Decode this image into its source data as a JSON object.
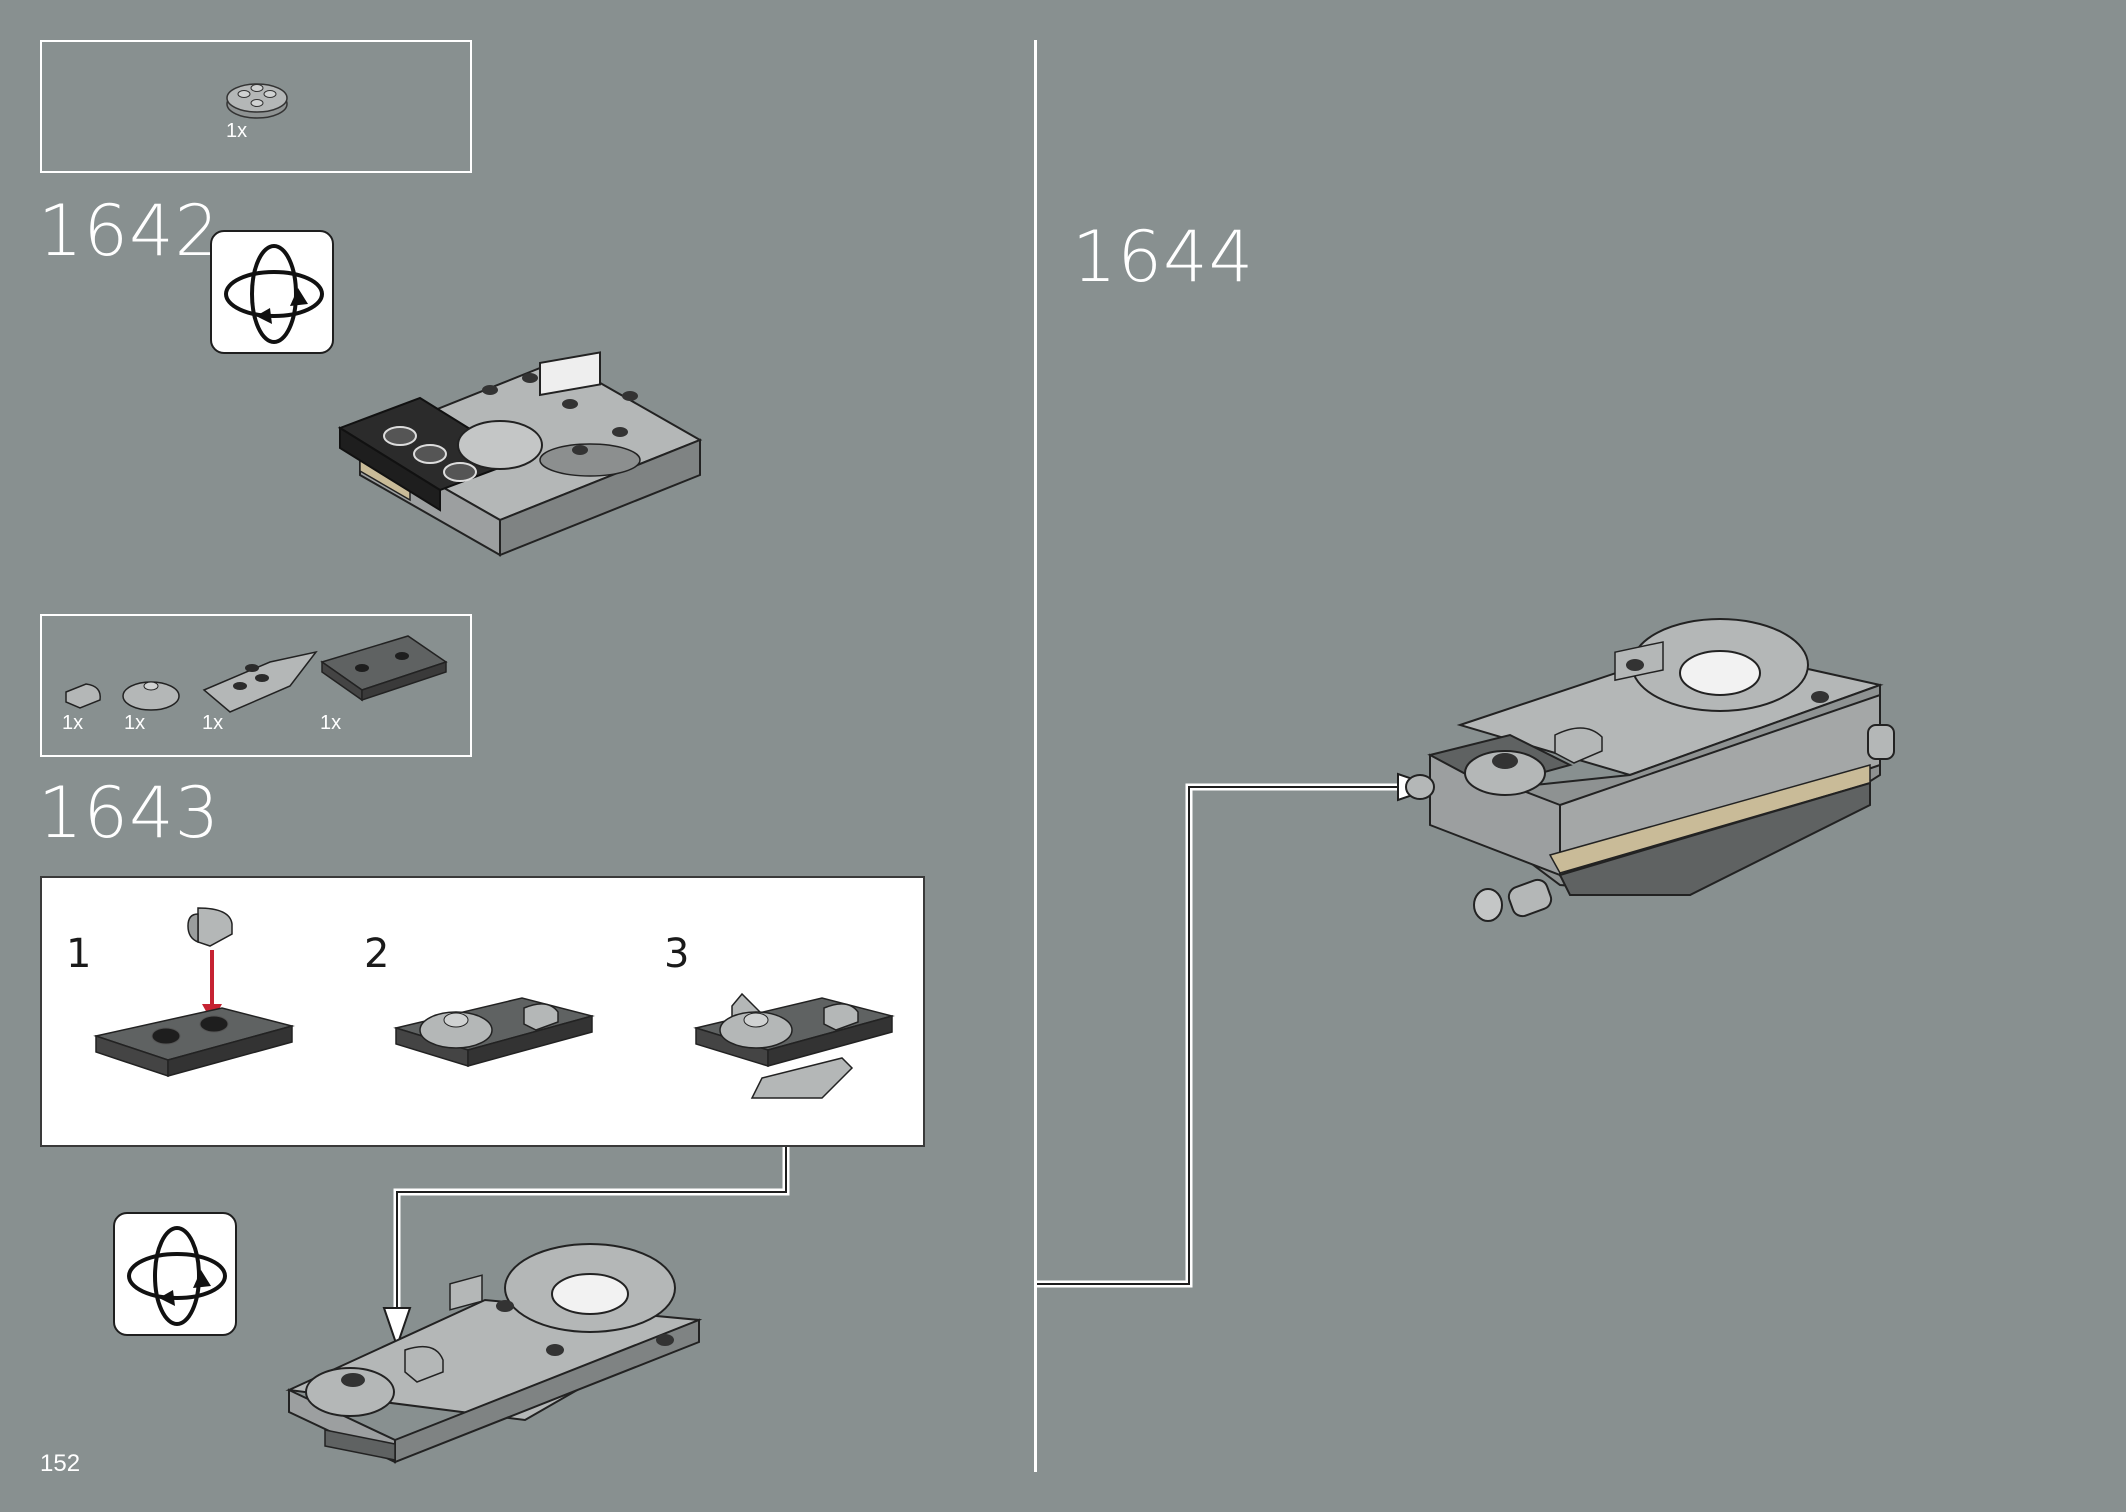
{
  "page": {
    "number": "152"
  },
  "steps": [
    {
      "id": "1642",
      "number": "1642",
      "parts": [
        {
          "qty": "1x",
          "icon": "round-plate-part-icon"
        }
      ]
    },
    {
      "id": "1643",
      "number": "1643",
      "parts": [
        {
          "qty": "1x",
          "icon": "curved-tile-part-icon"
        },
        {
          "qty": "1x",
          "icon": "round-dish-part-icon"
        },
        {
          "qty": "1x",
          "icon": "wedge-plate-part-icon"
        },
        {
          "qty": "1x",
          "icon": "dark-plate-part-icon"
        }
      ],
      "substeps": [
        {
          "number": "1"
        },
        {
          "number": "2"
        },
        {
          "number": "3"
        }
      ]
    },
    {
      "id": "1644",
      "number": "1644"
    }
  ],
  "icons": {
    "rotate": "rotate-model-icon",
    "arrow": "placement-arrow-icon"
  },
  "colors": {
    "background": "#889090",
    "outline": "#ffffff",
    "light_bluish_gray": "#b4b7b7",
    "dark_bluish_gray": "#5f6262",
    "tan": "#c9bb98",
    "black": "#222222",
    "arrow_red": "#c62232"
  }
}
